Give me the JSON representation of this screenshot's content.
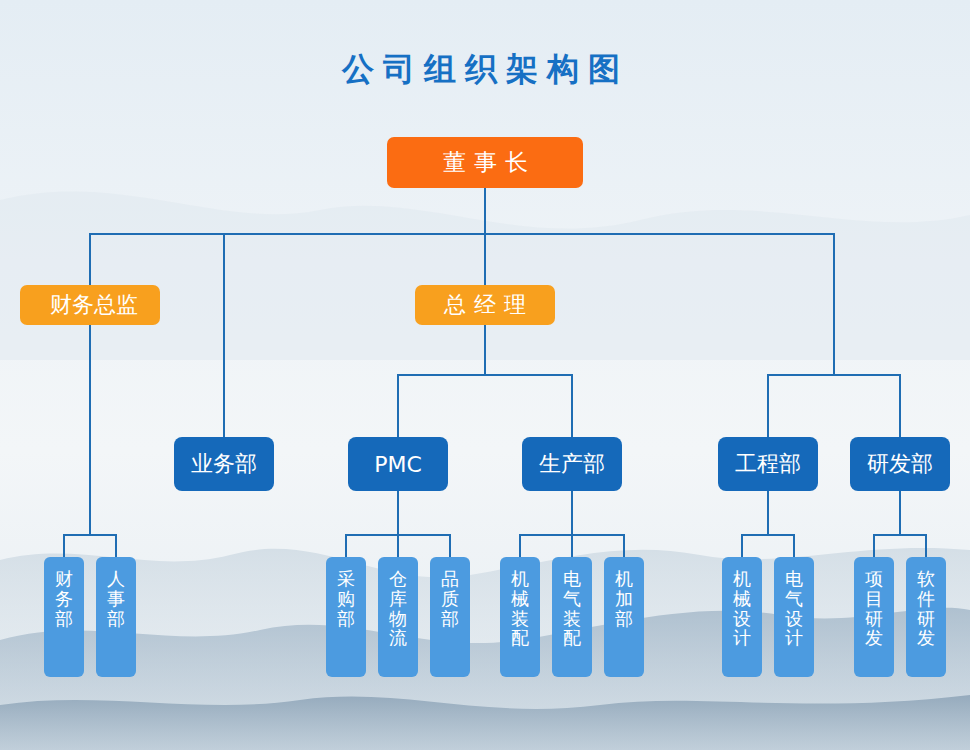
{
  "diagram": {
    "title": "公司组织架构图",
    "nodes": [
      {
        "text": [
          "董事长"
        ]
      },
      {
        "text": [
          "财务总监"
        ]
      },
      {
        "text": [
          "总经理"
        ]
      },
      {
        "text": [
          "业务部"
        ]
      },
      {
        "text": [
          "PMC"
        ]
      },
      {
        "text": [
          "生产部"
        ]
      },
      {
        "text": [
          "工程部"
        ]
      },
      {
        "text": [
          "研发部"
        ]
      },
      {
        "text": [
          "财务部"
        ]
      },
      {
        "text": [
          "人事部"
        ]
      },
      {
        "text": [
          "采购部"
        ]
      },
      {
        "text": [
          "仓库物流"
        ]
      },
      {
        "text": [
          "品质部"
        ]
      },
      {
        "text": [
          "机械装配"
        ]
      },
      {
        "text": [
          "电气装配"
        ]
      },
      {
        "text": [
          "机加部"
        ]
      },
      {
        "text": [
          "机械设计"
        ]
      },
      {
        "text": [
          "电气设计"
        ]
      },
      {
        "text": [
          "项目研发"
        ]
      },
      {
        "text": [
          "软件研发"
        ]
      }
    ],
    "edges": [
      {
        "from": 0,
        "to": 1,
        "arrow": "none"
      },
      {
        "from": 0,
        "to": 3,
        "arrow": "none"
      },
      {
        "from": 0,
        "to": 2,
        "arrow": "none"
      },
      {
        "from": 0,
        "to": 6,
        "arrow": "none"
      },
      {
        "from": 0,
        "to": 7,
        "arrow": "none"
      },
      {
        "from": 1,
        "to": 8,
        "arrow": "none"
      },
      {
        "from": 1,
        "to": 9,
        "arrow": "none"
      },
      {
        "from": 2,
        "to": 4,
        "arrow": "none"
      },
      {
        "from": 2,
        "to": 5,
        "arrow": "none"
      },
      {
        "from": 4,
        "to": 10,
        "arrow": "none"
      },
      {
        "from": 4,
        "to": 11,
        "arrow": "none"
      },
      {
        "from": 4,
        "to": 12,
        "arrow": "none"
      },
      {
        "from": 5,
        "to": 13,
        "arrow": "none"
      },
      {
        "from": 5,
        "to": 14,
        "arrow": "none"
      },
      {
        "from": 5,
        "to": 15,
        "arrow": "none"
      },
      {
        "from": 6,
        "to": 16,
        "arrow": "none"
      },
      {
        "from": 6,
        "to": 17,
        "arrow": "none"
      },
      {
        "from": 7,
        "to": 18,
        "arrow": "none"
      },
      {
        "from": 7,
        "to": 19,
        "arrow": "none"
      }
    ]
  }
}
